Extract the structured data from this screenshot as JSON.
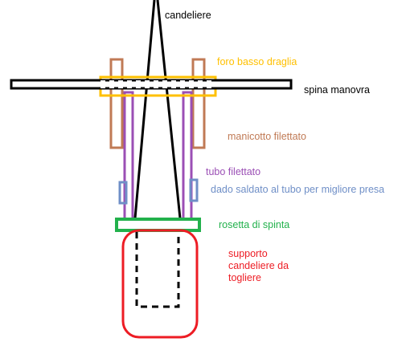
{
  "labels": {
    "candeliere": "candeliere",
    "foro_basso_draglia": "foro basso draglia",
    "spina_manovra": "spina manovra",
    "manicotto_filettato": "manicotto filettato",
    "tubo_filettato": "tubo filettato",
    "dado_saldato": "dado saldato al tubo per migliore presa",
    "rosetta_di_spinta": "rosetta di spinta",
    "supporto_line1": "supporto",
    "supporto_line2": "candeliere da",
    "supporto_line3": "togliere"
  },
  "colors": {
    "black": "#000000",
    "yellow": "#ffc000",
    "brown": "#c07a55",
    "purple": "#9b4fb5",
    "blue": "#6f8fc7",
    "green": "#22b14c",
    "red": "#ed1c24",
    "grey_text": "#333333"
  }
}
